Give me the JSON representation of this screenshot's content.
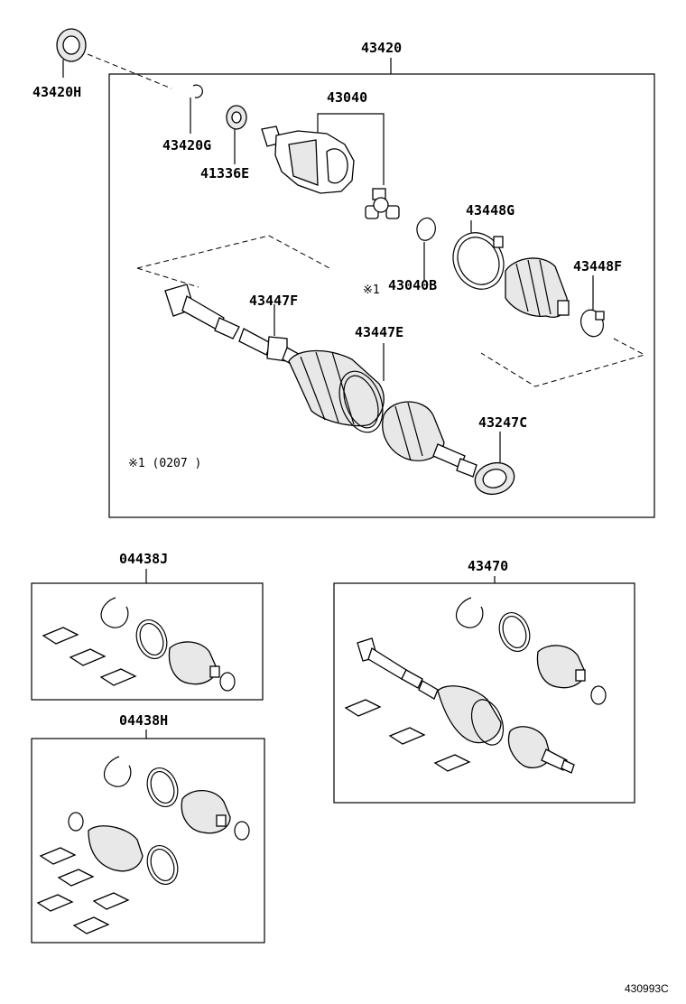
{
  "labels": {
    "main_assembly": "43420",
    "oil_seal": "43420H",
    "snap_ring": "43420G",
    "dust_seal": "41336E",
    "inboard_joint": "43040",
    "inboard_snap_ring": "43040B",
    "inboard_clamp": "43448G",
    "inboard_boot_clamp": "43448F",
    "clamp_mid": "43447F",
    "outboard_clamp": "43447E",
    "outboard_seal": "43247C",
    "note_symbol": "※1",
    "note": "※1 (0207        )",
    "kit_j": "04438J",
    "kit_h": "04438H",
    "shaft_assy": "43470",
    "diagram_code": "430993C"
  }
}
